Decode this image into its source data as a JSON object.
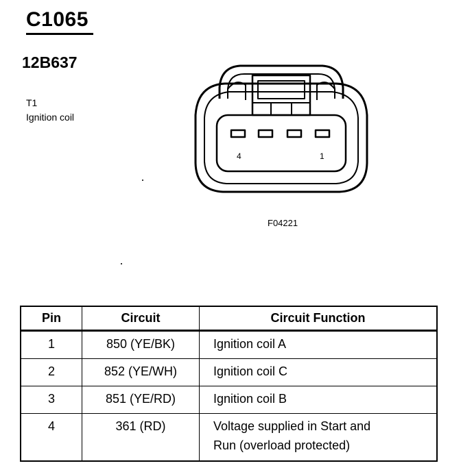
{
  "header": {
    "connector_id": "C1065",
    "part_number": "12B637",
    "component_ref": "T1",
    "component_name": "Ignition coil"
  },
  "diagram": {
    "pin_label_left": "4",
    "pin_label_right": "1",
    "figure_ref": "F04221"
  },
  "table": {
    "headers": {
      "pin": "Pin",
      "circuit": "Circuit",
      "function": "Circuit Function"
    },
    "rows": [
      {
        "pin": "1",
        "circuit": "850 (YE/BK)",
        "function": "Ignition coil A"
      },
      {
        "pin": "2",
        "circuit": "852 (YE/WH)",
        "function": "Ignition coil C"
      },
      {
        "pin": "3",
        "circuit": "851 (YE/RD)",
        "function": "Ignition coil B"
      },
      {
        "pin": "4",
        "circuit": "361 (RD)",
        "function_line1": "Voltage supplied in Start and",
        "function_line2": "Run (overload protected)"
      }
    ]
  }
}
